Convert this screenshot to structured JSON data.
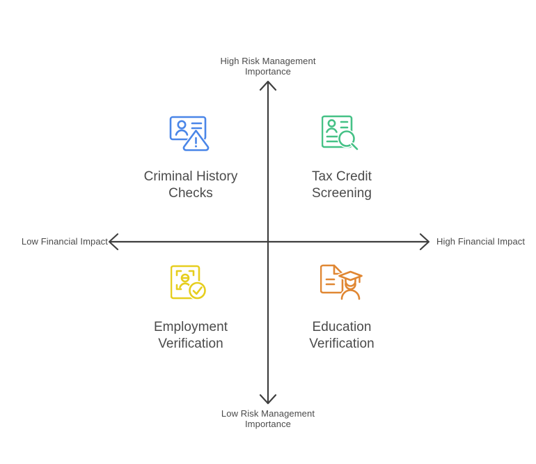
{
  "diagram": {
    "type": "2x2-matrix",
    "background_color": "#ffffff",
    "axis_color": "#3f3f3f",
    "text_color": "#4a4a4a",
    "axes": {
      "vertical": {
        "top_label": "High Risk Management\nImportance",
        "bottom_label": "Low Risk Management\nImportance"
      },
      "horizontal": {
        "left_label": "Low Financial Impact",
        "right_label": "High Financial Impact"
      }
    },
    "quadrants": [
      {
        "position": "top-left",
        "label": "Criminal History\nChecks",
        "icon": "id-card-warning-icon",
        "color": "#4a86e8"
      },
      {
        "position": "top-right",
        "label": "Tax Credit\nScreening",
        "icon": "document-person-magnifier-icon",
        "color": "#45c186"
      },
      {
        "position": "bottom-left",
        "label": "Employment\nVerification",
        "icon": "document-person-scan-check-icon",
        "color": "#e6ce1e"
      },
      {
        "position": "bottom-right",
        "label": "Education\nVerification",
        "icon": "document-graduate-icon",
        "color": "#e08733"
      }
    ]
  }
}
